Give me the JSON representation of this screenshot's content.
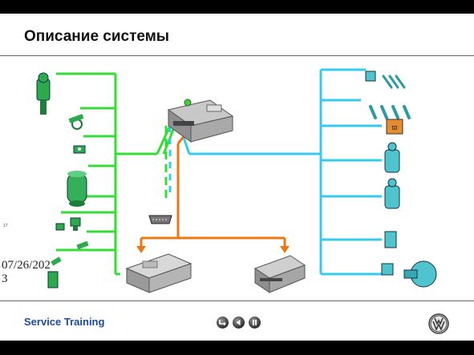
{
  "slide": {
    "title": "Описание системы",
    "date_line1": "07/26/202",
    "date_line2": "3",
    "slide_number": "17"
  },
  "footer": {
    "label": "Service Training"
  },
  "nav": {
    "prev_icon": "return-icon",
    "back_icon": "arrow-left-icon",
    "pause_icon": "pause-icon"
  },
  "colors": {
    "input_bus": "#33dd33",
    "output_bus": "#33ccee",
    "ecu_bus": "#ee7711",
    "background": "#ffffff",
    "frame": "#000000"
  },
  "components": {
    "inputs": [
      "air-mass-meter-icon",
      "sensor-icon",
      "sensor-icon",
      "pump-icon",
      "sensor-icon",
      "sensor-icon",
      "sensor-icon",
      "sensor-icon"
    ],
    "outputs": [
      "relay-icon",
      "injector-icon",
      "glow-plug-indicator-icon",
      "valve-icon",
      "valve-icon",
      "sensor-icon",
      "actuator-icon"
    ],
    "center": [
      "engine-ecu-icon",
      "diagnostic-connector-icon",
      "control-unit-icon",
      "control-unit-icon"
    ]
  }
}
